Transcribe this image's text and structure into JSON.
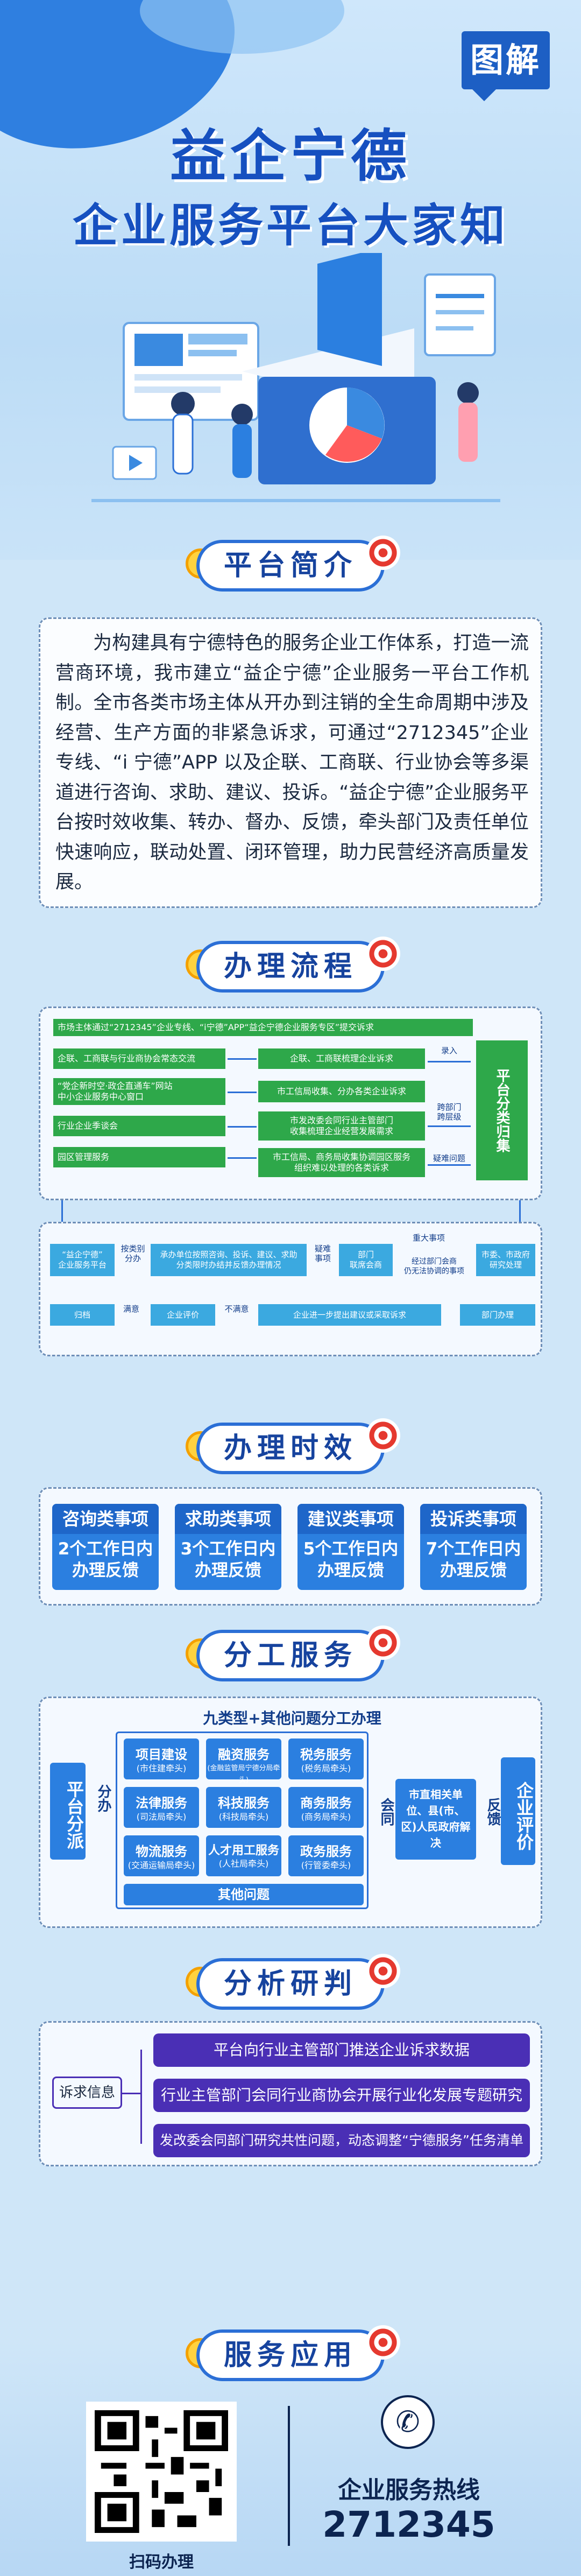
{
  "header": {
    "tag": "图解",
    "title": "益企宁德",
    "subtitle": "企业服务平台大家知"
  },
  "sections": {
    "intro": "平台简介",
    "flow": "办理流程",
    "time": "办理时效",
    "division": "分工服务",
    "analysis": "分析研判",
    "service": "服务应用"
  },
  "intro": {
    "text": "为构建具有宁德特色的服务企业工作体系，打造一流营商环境，我市建立“益企宁德”企业服务一平台工作机制。全市各类市场主体从开办到注销的全生命周期中涉及经营、生产方面的非紧急诉求，可通过“2712345”企业专线、“i 宁德”APP 以及企联、工商联、行业协会等多渠道进行咨询、求助、建议、投诉。“益企宁德”企业服务平台按时效收集、转办、督办、反馈，牵头部门及责任单位快速响应，联动处置、闭环管理，助力民营经济高质量发展。"
  },
  "flow": {
    "top_bar": "市场主体通过“2712345”企业专线、“i宁德”APP“益企宁德企业服务专区”提交诉求",
    "left": [
      "企联、工商联与行业商协会常态交流",
      "“党企新时空·政企直通车”网站\n中小企业服务中心窗口",
      "行业企业季谈会",
      "园区管理服务"
    ],
    "mid": [
      "企联、工商联梳理企业诉求",
      "市工信局收集、分办各类企业诉求",
      "市发改委会同行业主管部门\n收集梳理企业经营发展需求",
      "市工信局、商务局收集协调园区服务\n组织难以处理的各类诉求"
    ],
    "labels": {
      "entry": "录入",
      "cross": "跨部门\n跨层级",
      "difficult": "疑难问题"
    },
    "right_box": "平台分类归集",
    "bottom": {
      "platform": "“益企宁德”\n企业服务平台",
      "classify": "按类别\n分办",
      "undertake": "承办单位按照咨询、投诉、建议、求助\n分类限时办结并反馈办理情况",
      "difficult": "疑难\n事项",
      "joint": "部门\n联席会商",
      "major": "重大事项",
      "reform": "市委、市政府\n研究处理",
      "unresolved": "经过部门会商\n仍无法协调的事项",
      "archive": "归档",
      "satisfied": "满意",
      "eval": "企业评价",
      "unsatisfied": "不满意",
      "further": "企业进一步提出建议或采取诉求",
      "handle": "部门办理"
    }
  },
  "time": [
    {
      "head": "咨询类事项",
      "line1": "2个工作日内",
      "line2": "办理反馈"
    },
    {
      "head": "求助类事项",
      "line1": "3个工作日内",
      "line2": "办理反馈"
    },
    {
      "head": "建议类事项",
      "line1": "5个工作日内",
      "line2": "办理反馈"
    },
    {
      "head": "投诉类事项",
      "line1": "7个工作日内",
      "line2": "办理反馈"
    }
  ],
  "division": {
    "heading": "九类型+其他问题分工办理",
    "left": "平台分派",
    "fenban": "分办",
    "items": [
      {
        "name": "项目建设",
        "sub": "(市住建牵头)"
      },
      {
        "name": "融资服务",
        "sub": "(金融监管局宁德分局牵头)"
      },
      {
        "name": "税务服务",
        "sub": "(税务局牵头)"
      },
      {
        "name": "法律服务",
        "sub": "(司法局牵头)"
      },
      {
        "name": "科技服务",
        "sub": "(科技局牵头)"
      },
      {
        "name": "商务服务",
        "sub": "(商务局牵头)"
      },
      {
        "name": "物流服务",
        "sub": "(交通运输局牵头)"
      },
      {
        "name": "人才用工服务",
        "sub": "(人社局牵头)"
      },
      {
        "name": "政务服务",
        "sub": "(行管委牵头)"
      }
    ],
    "other": "其他问题",
    "huitong": "会同",
    "gov": "市直相关单位、县(市、区)人民政府解决",
    "feedback": "反馈",
    "eval": "企业评价"
  },
  "analysis": {
    "left": "诉求信息",
    "rows": [
      "平台向行业主管部门推送企业诉求数据",
      "行业主管部门会同行业商协会开展行业化发展专题研究",
      "发改委会同部门研究共性问题，动态调整“宁德服务”任务清单"
    ]
  },
  "service": {
    "qr_label": "扫码办理",
    "hotline_label": "企业服务热线",
    "hotline": "2712345"
  },
  "colors": {
    "primary": "#1650c0",
    "accent": "#2ea84a",
    "purple": "#4a2fb5"
  }
}
